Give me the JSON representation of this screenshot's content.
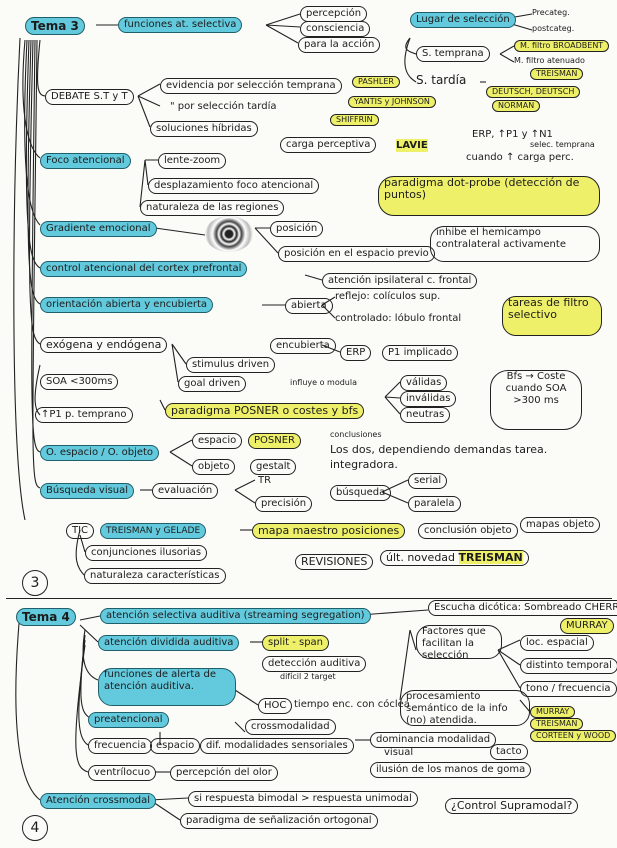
{
  "t3": {
    "tema": "Tema 3",
    "funciones": "funciones at. selectiva",
    "percepcion": "percepción",
    "consciencia": "consciencia",
    "accion": "para la acción",
    "lugar": "Lugar de selección",
    "precategorical": "Precateg.",
    "postcategorical": "postcateg.",
    "s_temprana": "S. temprana",
    "s_tardia": "S. tardía",
    "filtro_broadbent": "M. filtro BROADBENT",
    "filtro_atenuado": "M. filtro atenuado",
    "treisman_top": "TREISMAN",
    "deutsch": "DEUTSCH, DEUTSCH",
    "norman": "NORMAN",
    "debate": "DEBATE S.T y T",
    "evidencia_temprana": "evidencia por selección temprana",
    "evidencia_tardia": "\" por selección tardía",
    "soluciones": "soluciones híbridas",
    "pashler": "PASHLER",
    "yantis": "YANTIS y JOHNSON",
    "shiffrin": "SHIFFRIN",
    "carga": "carga perceptiva",
    "lavie": "LAVIE",
    "erp": "ERP, ↑P1 y ↑N1",
    "erp_sub": "selec. temprana",
    "erp2": "cuando ↑ carga perc.",
    "foco": "Foco atencional",
    "lente": "lente-zoom",
    "desplazamiento": "desplazamiento foco atencional",
    "naturaleza_regiones": "naturaleza de las regiones",
    "paradigma_dot": "paradigma dot-probe (detección de puntos)",
    "gradiente": "Gradiente emocional",
    "posicion": "posición",
    "posicion_espacio": "posición en el espacio previo",
    "inhibe": "inhibe el hemicampo contralateral activamente",
    "control_pref": "control atencional del cortex prefrontal",
    "atencion_ipsilateral": "atención ipsilateral c. frontal",
    "orientacion": "orientación abierta y encubierta",
    "abierta": "abierta",
    "reflejo": "reflejo: colículos sup.",
    "controlado": "controlado: lóbulo frontal",
    "encubierta": "encubierta",
    "tareas_filtro": "tareas de filtro selectivo",
    "exogena": "exógena y endógena",
    "stimulus": "stimulus driven",
    "goal": "goal driven",
    "influye": "influye o modula",
    "erp_small": "ERP",
    "p1_implicado": "P1 implicado",
    "soa": "SOA <300ms",
    "p1_temprano": "↑P1 p. temprano",
    "posner": "paradigma POSNER o costes y bfs",
    "validas": "válidas",
    "invalidas": "inválidas",
    "neutras": "neutras",
    "bfs_coste": "Bfs → Coste cuando SOA >300 ms",
    "o_espacio": "O. espacio / O. objeto",
    "espacio": "espacio",
    "posner2": "POSNER",
    "objeto": "objeto",
    "gestalt": "gestalt",
    "conclusiones_head": "conclusiones",
    "conclusiones": "Los dos, dependiendo demandas tarea. integradora.",
    "busqueda": "Búsqueda visual",
    "evaluacion": "evaluación",
    "tr": "TR",
    "precision": "precisión",
    "busqueda2": "búsqueda",
    "serial": "serial",
    "paralela": "paralela",
    "tic": "TIC",
    "treisman_gelade": "TREISMAN y GELADE",
    "mapa": "mapa maestro posiciones",
    "conclusion_objeto": "conclusión objeto",
    "mapas_objeto": "mapas objeto",
    "conjunciones": "conjunciones ilusorias",
    "naturaleza_caract": "naturaleza características",
    "revisiones": "REVISIONES",
    "ult_novedad": "últ. novedad",
    "treisman_b": "TREISMAN",
    "num": "3"
  },
  "t4": {
    "tema": "Tema 4",
    "sel_auditiva": "atención selectiva auditiva (streaming segregation)",
    "escucha": "Escucha dicótica: Sombreado CHERRY",
    "murray": "MURRAY",
    "div_auditiva": "atención dividida auditiva",
    "split": "split - span",
    "deteccion": "detección auditiva",
    "dificil": "difícil 2 target",
    "factores": "Factores que facilitan la selección",
    "loc": "loc. espacial",
    "distinto_temporal": "distinto temporal",
    "tono": "tono / frecuencia",
    "funciones_alerta": "funciones de alerta de atención auditiva.",
    "hoc": "HOC",
    "tiempo_enc": "tiempo enc. con cóclea",
    "procesamiento": "procesamiento semántico de la info (no) atendida.",
    "murray_b": "MURRAY",
    "treisman": "TREISMAN",
    "corteen": "CORTEEN y WOOD",
    "preatencional": "preatencional",
    "crossmodalidad": "crossmodalidad",
    "frecuencia": "frecuencia",
    "espacio4": "espacio",
    "dif_modalidades": "dif. modalidades sensoriales",
    "dominancia": "dominancia modalidad",
    "visual": "visual",
    "tacto": "tacto",
    "ventrilocuo": "ventrílocuo",
    "percepcion_olor": "percepción del olor",
    "ilusion": "ilusión de los manos de goma",
    "crossmodal": "Atención crossmodal",
    "si_respuesta": "si respuesta bimodal > respuesta unimodal",
    "paradigma_senal": "paradigma de señalización ortogonal",
    "control_supra": "¿Control Supramodal?",
    "num": "4"
  }
}
